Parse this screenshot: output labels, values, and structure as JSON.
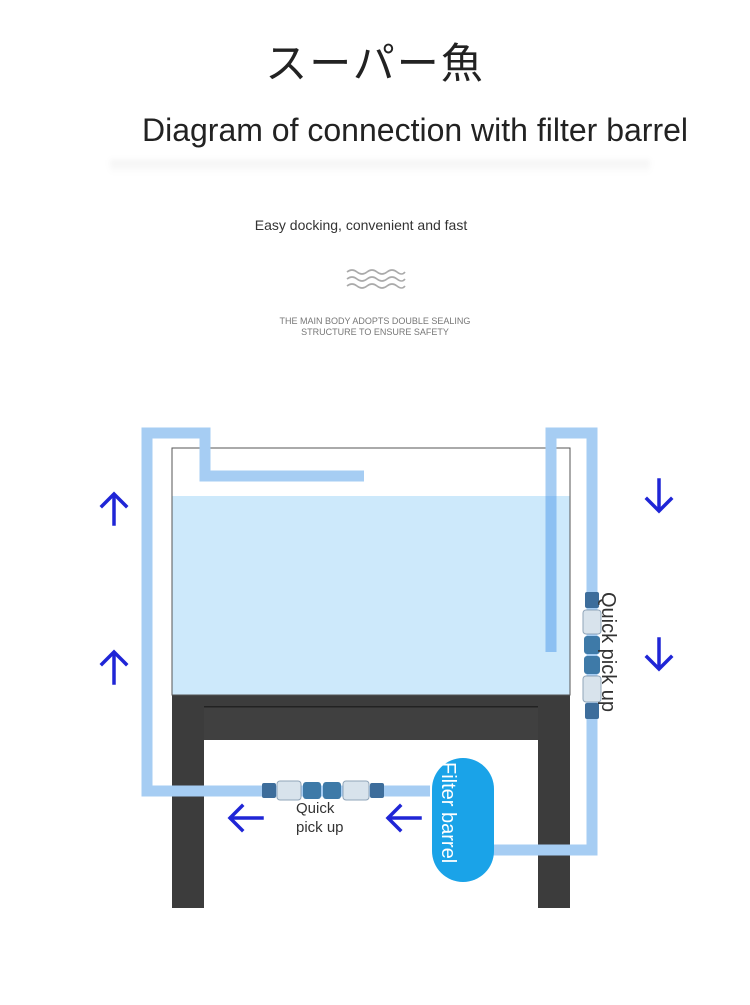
{
  "header": {
    "brand": "スーパー魚",
    "title": "Diagram of connection with filter barrel",
    "subtitle": "Easy docking, convenient and fast",
    "tagline_line1": "THE MAIN BODY ADOPTS DOUBLE SEALING",
    "tagline_line2": "STRUCTURE TO ENSURE SAFETY"
  },
  "diagram": {
    "connector_right_label": "Quick pick up",
    "connector_bottom_label_line1": "Quick",
    "connector_bottom_label_line2": "pick up",
    "filter_label": "Filter barrel"
  },
  "colors": {
    "pipe": "#a6cdf3",
    "water": "#cde9fb",
    "stand": "#3c3c3c",
    "filter": "#1aa3e8",
    "arrow": "#1f25d6"
  }
}
